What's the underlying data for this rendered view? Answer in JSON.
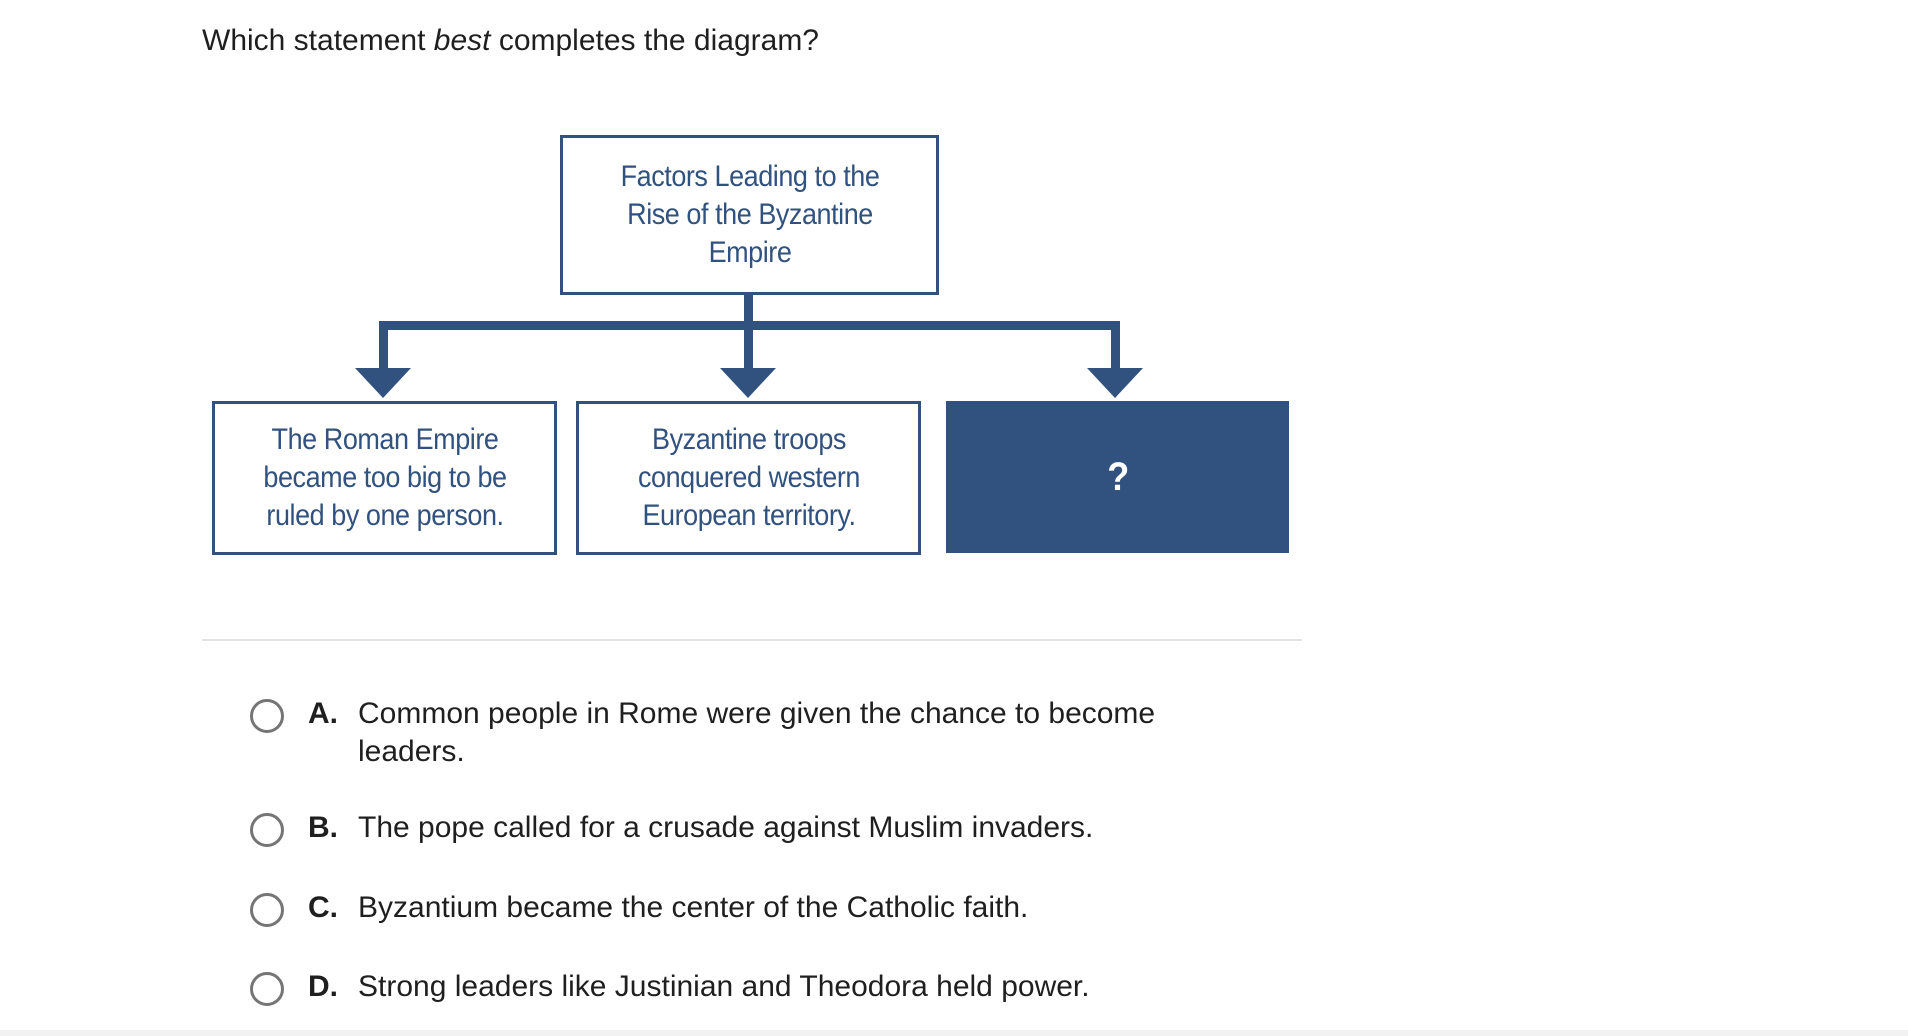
{
  "question": {
    "prefix": "Which statement ",
    "emphasis": "best",
    "suffix": " completes the diagram?"
  },
  "diagram": {
    "top": "Factors Leading to the Rise of the Byzantine Empire",
    "boxes": [
      "The Roman Empire became too big to be ruled by one person.",
      "Byzantine troops conquered western European territory.",
      "?"
    ],
    "color": "#31527f"
  },
  "options": [
    {
      "letter": "A.",
      "text": "Common people in Rome were given the chance to become leaders."
    },
    {
      "letter": "B.",
      "text": "The pope called for a crusade against Muslim invaders."
    },
    {
      "letter": "C.",
      "text": "Byzantium became the center of the Catholic faith."
    },
    {
      "letter": "D.",
      "text": "Strong leaders like Justinian and Theodora held power."
    }
  ]
}
